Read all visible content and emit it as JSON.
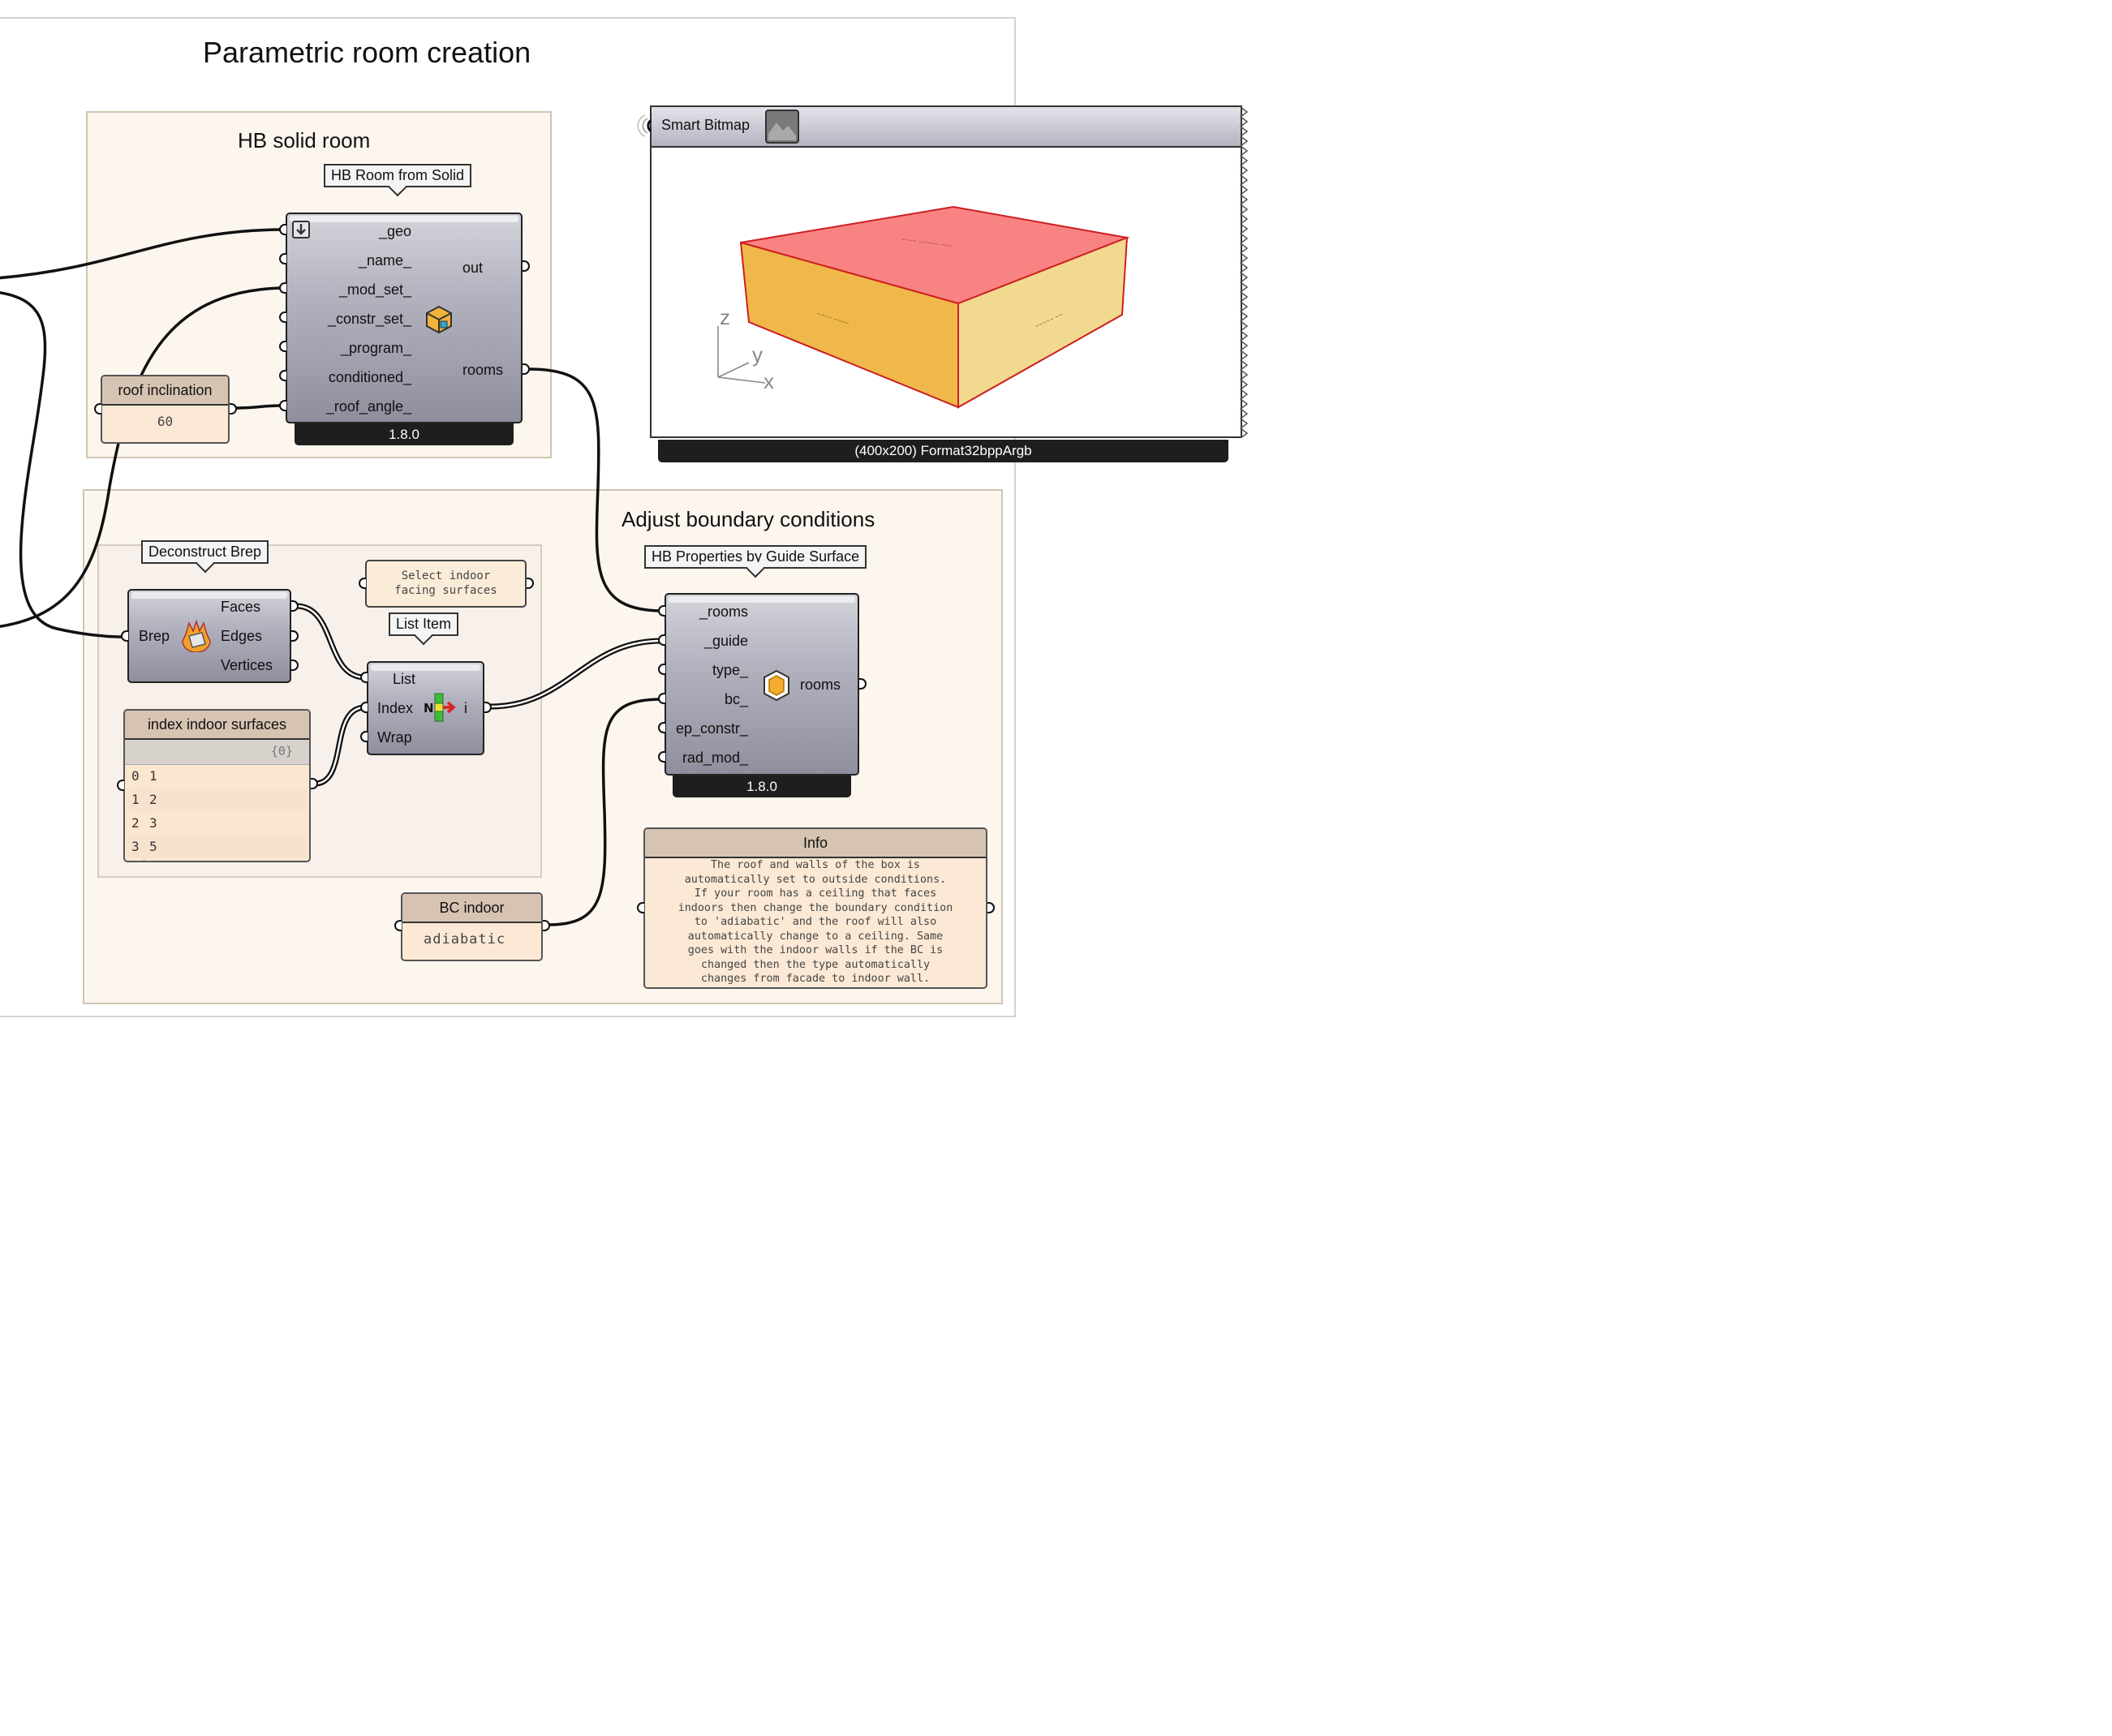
{
  "canvas": {
    "title": "Parametric room creation"
  },
  "groups": {
    "solid_room": {
      "title": "HB solid room"
    },
    "boundary": {
      "title": "Adjust boundary conditions"
    }
  },
  "hb_room_from_solid": {
    "name": "HB Room from Solid",
    "inputs": [
      "_geo",
      "_name_",
      "_mod_set_",
      "_constr_set_",
      "_program_",
      "conditioned_",
      "_roof_angle_"
    ],
    "outputs": [
      "out",
      "rooms"
    ],
    "version": "1.8.0",
    "icon": "hb-room-cube-icon"
  },
  "roof_inclination": {
    "name": "roof inclination",
    "value": "60"
  },
  "smart_bitmap": {
    "name": "Smart Bitmap",
    "footer": "(400x200) Format32bppArgb",
    "icon": "image-icon",
    "axis_z": "z",
    "axis_y": "y",
    "axis_x": "x",
    "colors": {
      "roof": "#f98383",
      "wall_left": "#f0b84a",
      "wall_right": "#f1d98f",
      "edge": "#cc1f1f"
    }
  },
  "deconstruct_brep": {
    "name": "Deconstruct Brep",
    "input": "Brep",
    "outputs": [
      "Faces",
      "Edges",
      "Vertices"
    ],
    "icon": "deconstruct-brep-icon"
  },
  "note_panel": {
    "text_line1": "Select indoor",
    "text_line2": "facing surfaces"
  },
  "list_item": {
    "name": "List Item",
    "inputs": [
      "List",
      "Index",
      "Wrap"
    ],
    "output": "i",
    "icon": "list-item-icon"
  },
  "index_panel": {
    "name": "index indoor surfaces",
    "path": "{0}",
    "rows": [
      {
        "index": "0",
        "value": "1"
      },
      {
        "index": "1",
        "value": "2"
      },
      {
        "index": "2",
        "value": "3"
      },
      {
        "index": "3",
        "value": "5"
      }
    ]
  },
  "hb_properties": {
    "name": "HB Properties by Guide Surface",
    "inputs": [
      "_rooms",
      "_guide",
      "type_",
      "bc_",
      "ep_constr_",
      "rad_mod_"
    ],
    "output": "rooms",
    "version": "1.8.0",
    "icon": "hb-hexagon-icon"
  },
  "bc_indoor": {
    "name": "BC indoor",
    "value": "adiabatic"
  },
  "info_panel": {
    "name": "Info",
    "lines": [
      "The roof and walls of the box is",
      "automatically set to outside conditions.",
      "If your room has a ceiling that faces",
      "indoors then change the boundary condition",
      "to 'adiabatic' and the roof will also",
      "automatically change to a ceiling. Same",
      "goes with the indoor walls if the BC is",
      "changed then the type automatically",
      "changes from facade to indoor wall."
    ]
  }
}
